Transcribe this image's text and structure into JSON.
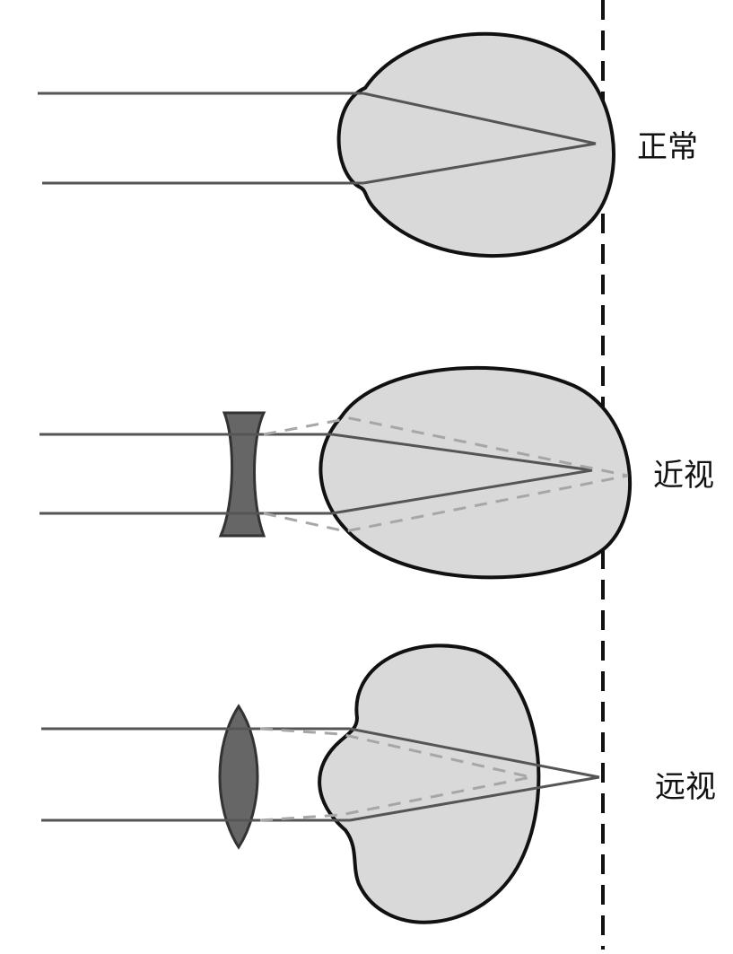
{
  "labels": {
    "normal": "正常",
    "myopia": "近视",
    "hyperopia": "远视"
  },
  "colors": {
    "eye_fill": "#d9d9d9",
    "eye_stroke": "#111111",
    "ray": "#555555",
    "dashed_ray": "#a6a6a6",
    "lens_fill": "#666666",
    "retina_line": "#111111"
  }
}
